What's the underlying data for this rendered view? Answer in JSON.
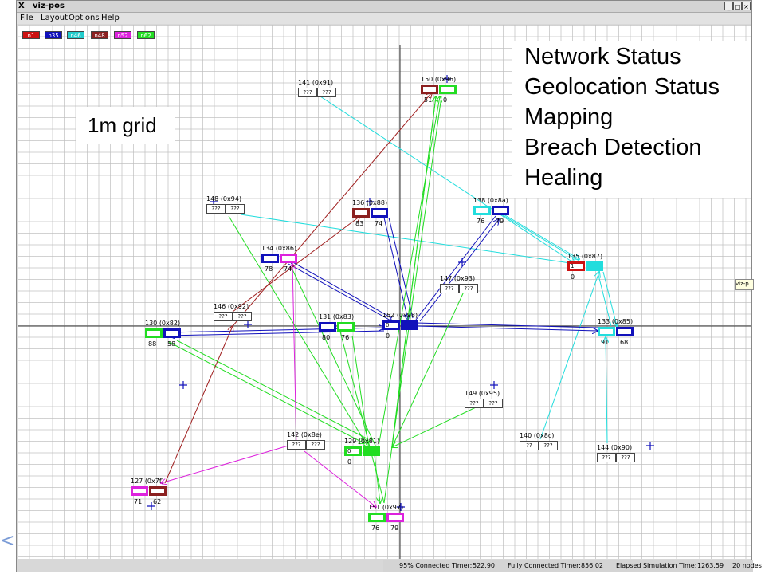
{
  "window": {
    "title": "viz-pos",
    "menu": [
      "File",
      "Layout",
      "Options",
      "Help"
    ]
  },
  "legend": [
    {
      "label": "n1",
      "color": "#cc1111"
    },
    {
      "label": "n35",
      "color": "#1111bb"
    },
    {
      "label": "n46",
      "color": "#22cccc"
    },
    {
      "label": "n48",
      "color": "#8b2020"
    },
    {
      "label": "n52",
      "color": "#dd22dd"
    },
    {
      "label": "n62",
      "color": "#22dd22"
    }
  ],
  "nodes": [
    {
      "id": "141",
      "label": "141 (0x91)",
      "unknown": [
        "???",
        "???"
      ]
    },
    {
      "id": "150",
      "label": "150 (0x96)",
      "values": [
        "51",
        "0"
      ]
    },
    {
      "id": "148",
      "label": "148 (0x94)",
      "unknown": [
        "???",
        "???"
      ]
    },
    {
      "id": "136",
      "label": "136 (0x88)",
      "values": [
        "83",
        "74"
      ]
    },
    {
      "id": "138",
      "label": "138 (0x8a)",
      "values": [
        "76",
        "79"
      ]
    },
    {
      "id": "134",
      "label": "134 (0x86)",
      "values": [
        "78",
        "74"
      ]
    },
    {
      "id": "135",
      "label": "135 (0x87)",
      "values": [
        "0",
        ""
      ],
      "inner": "1"
    },
    {
      "id": "147",
      "label": "147 (0x93)",
      "unknown": [
        "???",
        "???"
      ]
    },
    {
      "id": "146",
      "label": "146 (0x92)",
      "unknown": [
        "???",
        "???"
      ]
    },
    {
      "id": "130",
      "label": "130 (0x82)",
      "values": [
        "88",
        "58"
      ]
    },
    {
      "id": "131",
      "label": "131 (0x83)",
      "values": [
        "80",
        "76"
      ]
    },
    {
      "id": "152",
      "label": "152 (0x98)",
      "values": [
        "0",
        ""
      ],
      "inner": "0"
    },
    {
      "id": "133",
      "label": "133 (0x85)",
      "values": [
        "91",
        "68"
      ]
    },
    {
      "id": "149",
      "label": "149 (0x95)",
      "unknown": [
        "???",
        "???"
      ]
    },
    {
      "id": "142",
      "label": "142 (0x8e)",
      "unknown": [
        "???",
        "???"
      ]
    },
    {
      "id": "129",
      "label": "129 (0x81)",
      "values": [
        "0",
        ""
      ],
      "inner": "0"
    },
    {
      "id": "140",
      "label": "140 (0x8c)",
      "unknown": [
        "??",
        "???"
      ]
    },
    {
      "id": "144",
      "label": "144 (0x90)",
      "unknown": [
        "???",
        "???"
      ]
    },
    {
      "id": "127",
      "label": "127 (0x7f)",
      "values": [
        "71",
        "62"
      ]
    },
    {
      "id": "151",
      "label": "151 (0x97)",
      "values": [
        "76",
        "79"
      ]
    }
  ],
  "status": {
    "pct_label": "95% Connected Timer:",
    "pct_value": "522.90",
    "full_label": "Fully Connected Timer:",
    "full_value": "856.02",
    "elapsed_label": "Elapsed Simulation Time:",
    "elapsed_value": "1263.59",
    "nodes": "20 nodes"
  },
  "overlay": {
    "lines": [
      "Network Status",
      "Geolocation Status",
      "Mapping",
      "Breach Detection",
      "Healing"
    ],
    "grid_note": "1m grid"
  },
  "tooltip": "viz-p",
  "colors": {
    "cyan": "#22dddd",
    "blue": "#1111bb",
    "green": "#22dd22",
    "magenta": "#dd22dd",
    "darkred": "#a02020"
  }
}
